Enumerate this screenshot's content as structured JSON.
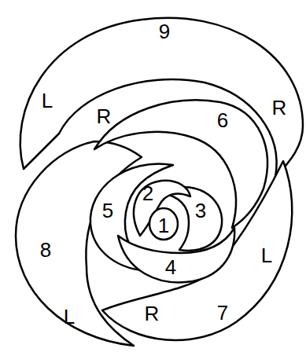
{
  "diagram": {
    "labels": [
      "9",
      "L",
      "R",
      "R",
      "6",
      "2",
      "5",
      "3",
      "1",
      "4",
      "8",
      "L",
      "L",
      "R",
      "7"
    ]
  }
}
